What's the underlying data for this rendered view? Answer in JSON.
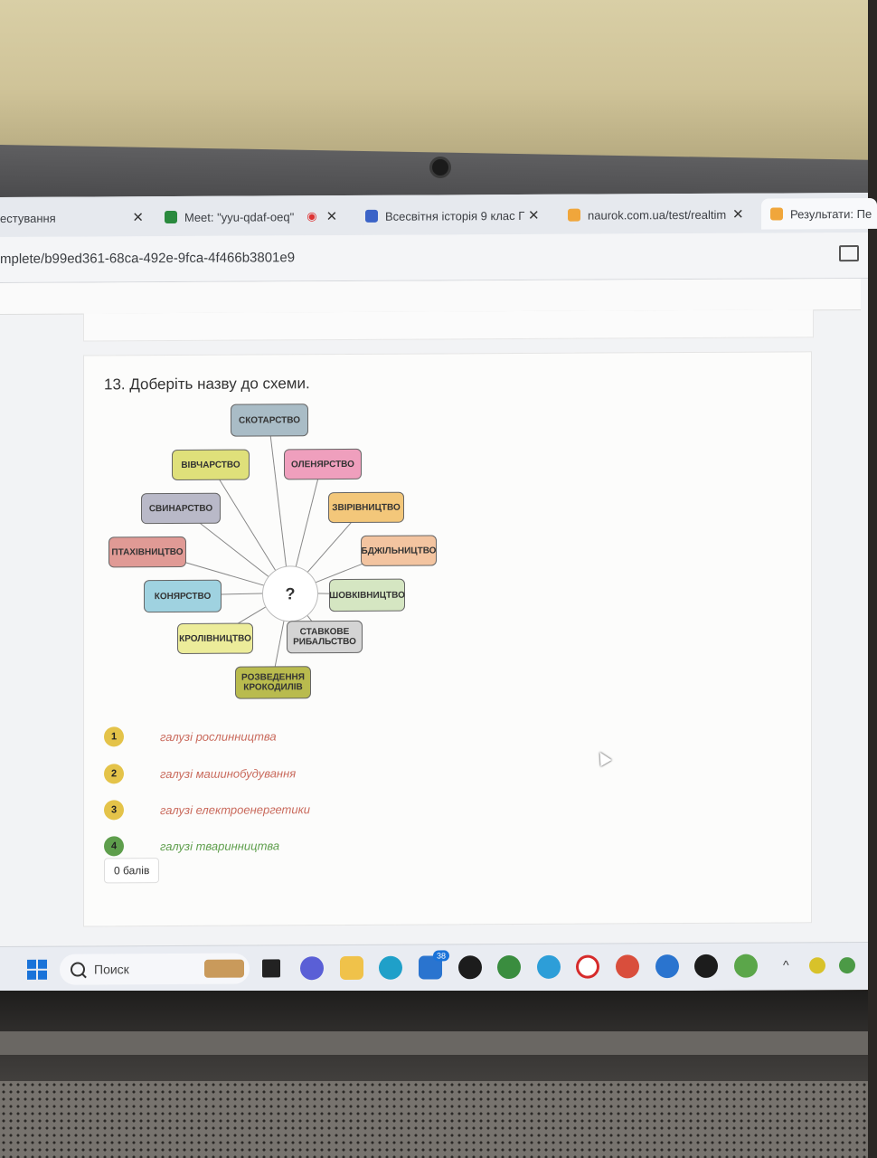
{
  "tabs": [
    {
      "label": "естування"
    },
    {
      "label": "Meet: \"yyu-qdaf-oeq\""
    },
    {
      "label": "Всесвітня історія 9 клас Г"
    },
    {
      "label": "naurok.com.ua/test/realtim"
    },
    {
      "label": "Результати: Пе"
    }
  ],
  "address": {
    "url": "mplete/b99ed361-68ca-492e-9fca-4f466b3801e9"
  },
  "question": {
    "title": "13. Доберіть назву до схеми."
  },
  "diagram": {
    "center": "?",
    "nodes": [
      {
        "label": "СКОТАРСТВО",
        "color": "#a9bcc6"
      },
      {
        "label": "ВІВЧАРСТВО",
        "color": "#dfe07a"
      },
      {
        "label": "ОЛЕНЯРСТВО",
        "color": "#ef9fbd"
      },
      {
        "label": "СВИНАРСТВО",
        "color": "#b9b9c8"
      },
      {
        "label": "ЗВІРІВНИЦТВО",
        "color": "#f3c77a"
      },
      {
        "label": "ПТАХІВНИЦТВО",
        "color": "#e09a95"
      },
      {
        "label": "БДЖІЛЬНИЦТВО",
        "color": "#f3c4a0"
      },
      {
        "label": "КОНЯРСТВО",
        "color": "#9fd2e0"
      },
      {
        "label": "ШОВКІВНИЦТВО",
        "color": "#d5e6c2"
      },
      {
        "label": "КРОЛІВНИЦТВО",
        "color": "#ecec9a"
      },
      {
        "label": "СТАВКОВЕ РИБАЛЬСТВО",
        "color": "#d4d4d4"
      },
      {
        "label": "РОЗВЕДЕННЯ КРОКОДИЛІВ",
        "color": "#b9bb4e"
      }
    ]
  },
  "answers": [
    {
      "num": "1",
      "text": "галузі рослинництва",
      "badge_color": "#e4c349",
      "text_color": "#c96a5c"
    },
    {
      "num": "2",
      "text": "галузі машинобудування",
      "badge_color": "#e4c349",
      "text_color": "#c96a5c"
    },
    {
      "num": "3",
      "text": "галузі електроенергетики",
      "badge_color": "#e4c349",
      "text_color": "#c96a5c"
    },
    {
      "num": "4",
      "text": "галузі тваринництва",
      "badge_color": "#5e9e4c",
      "text_color": "#5e9e4c"
    }
  ],
  "score": {
    "label": "0 балів"
  },
  "taskbar": {
    "search_placeholder": "Поиск",
    "mail_badge": "38",
    "icons": [
      "windows-start-icon",
      "search-icon",
      "file-explorer-icon",
      "chat-icon",
      "folder-icon",
      "edge-icon",
      "mail-icon",
      "app-w-icon",
      "chrome-profile-icon",
      "telegram-icon",
      "opera-icon",
      "chrome-icon",
      "chrome-red-icon",
      "app-w2-icon",
      "chrome-green-icon"
    ]
  }
}
